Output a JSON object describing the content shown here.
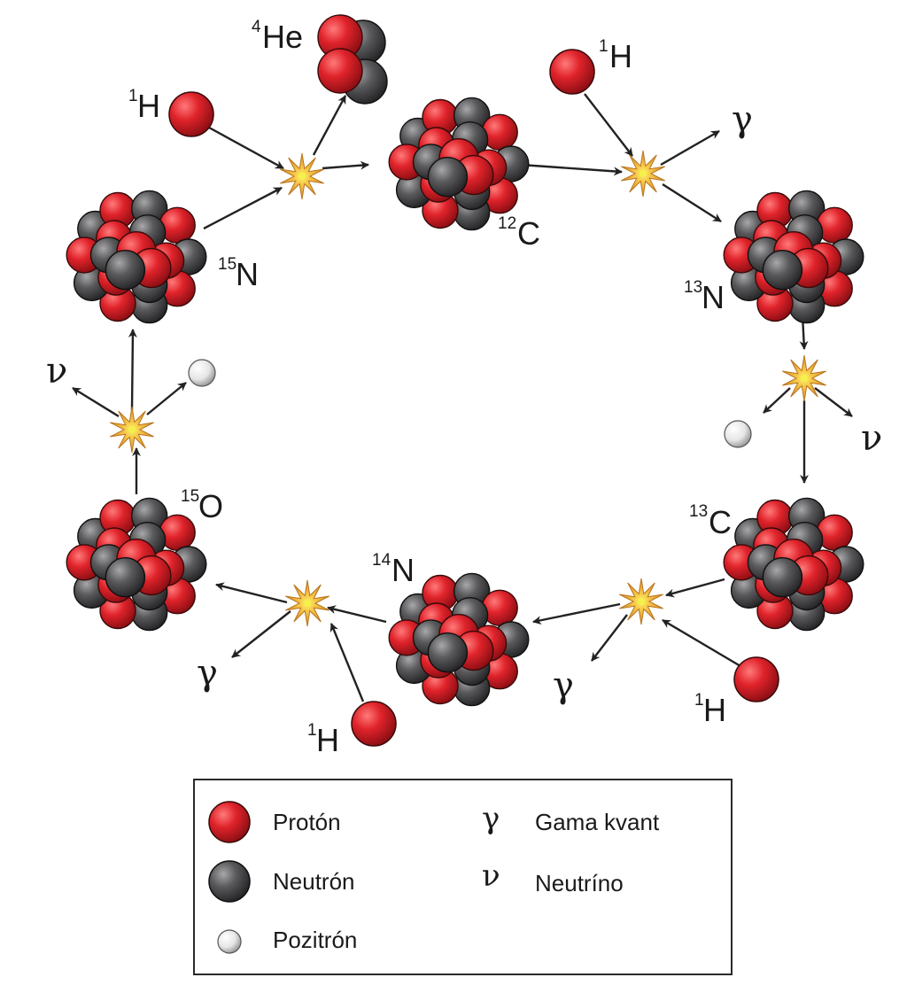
{
  "nuclei": {
    "c12": {
      "mass": "12",
      "symbol": "C"
    },
    "n13": {
      "mass": "13",
      "symbol": "N"
    },
    "c13": {
      "mass": "13",
      "symbol": "C"
    },
    "n14": {
      "mass": "14",
      "symbol": "N"
    },
    "o15": {
      "mass": "15",
      "symbol": "O"
    },
    "n15": {
      "mass": "15",
      "symbol": "N"
    },
    "he4": {
      "mass": "4",
      "symbol": "He"
    }
  },
  "hydrogen": {
    "mass": "1",
    "symbol": "H"
  },
  "symbols": {
    "gamma": "γ",
    "neutrino": "ν"
  },
  "legend": {
    "proton": "Protón",
    "neutron": "Neutrón",
    "positron": "Pozitrón",
    "gamma": "Gama kvant",
    "neutrino": "Neutríno"
  },
  "colors": {
    "proton": "#e0232b",
    "neutron": "#5a5a5c",
    "positron": "#f4f4f4",
    "reaction_star": "#f4b43c"
  }
}
